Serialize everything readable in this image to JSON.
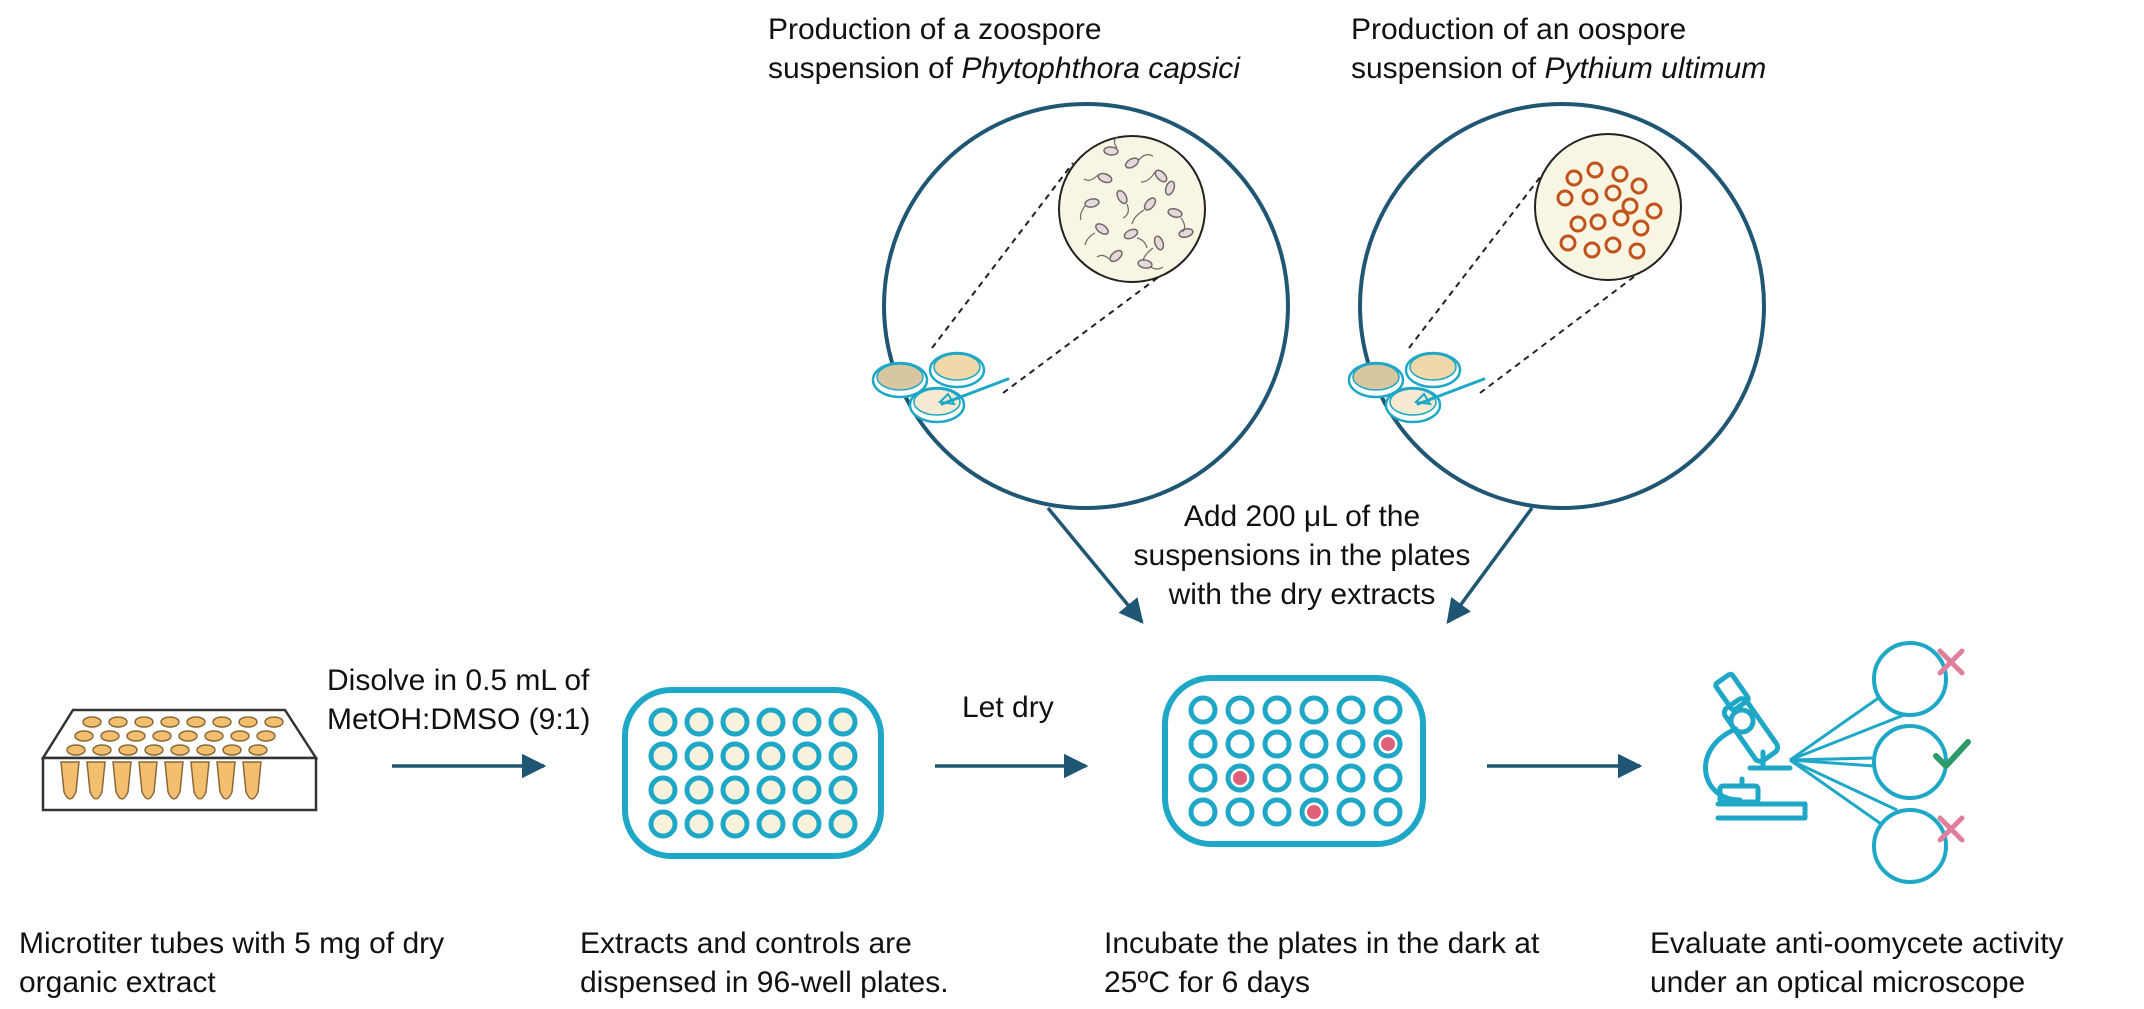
{
  "header": {
    "zoospore": {
      "line1": "Production of a zoospore",
      "line2_prefix": "suspension of ",
      "line2_species": "Phytophthora capsici"
    },
    "oospore": {
      "line1": "Production of an oospore",
      "line2_prefix": "suspension of ",
      "line2_species": "Pythium ultimum"
    }
  },
  "center_note": [
    "Add 200 μL of the",
    "suspensions in the plates",
    "with the dry extracts"
  ],
  "steps": {
    "dissolve": [
      "Disolve in 0.5 mL of",
      "MetOH:DMSO (9:1)"
    ],
    "dry": "Let dry"
  },
  "captions": {
    "tubes": [
      "Microtiter tubes with 5 mg of dry",
      "organic extract"
    ],
    "plates": [
      "Extracts and controls are",
      "dispensed in 96-well plates."
    ],
    "incubate": [
      "Incubate the plates in the dark at",
      "25ºC for 6 days"
    ],
    "evaluate": [
      "Evaluate anti-oomycete activity",
      "under an optical microscope"
    ]
  },
  "colors": {
    "navy": "#1f5673",
    "teal": "#1ea7c6",
    "tube_orange": "#f3be6e",
    "tube_outline": "#8a6a3a",
    "well_fill": "#f6f2dc",
    "positive_well": "#e0607a",
    "cross": "#e07f9c",
    "check": "#2e9a6a",
    "oospore": "#c0531c",
    "zoom_bg": "#f8f5e3",
    "dish_tan": "#d8c6a0",
    "dish_peach": "#f1d8a8"
  }
}
